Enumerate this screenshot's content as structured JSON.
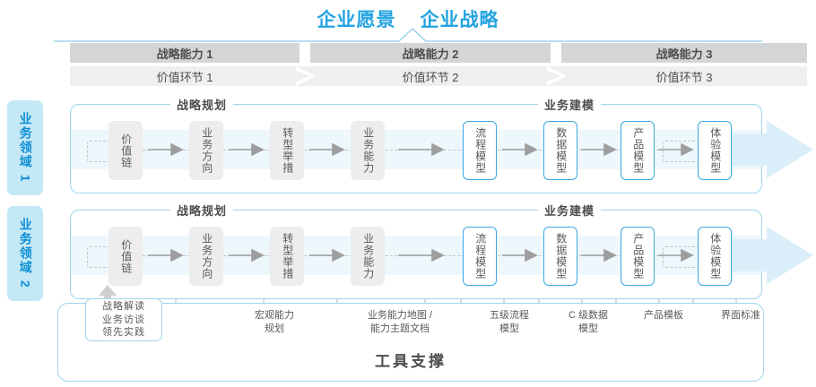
{
  "title": {
    "vision": "企业愿景",
    "strategy": "企业战略",
    "color": "#23a3e0"
  },
  "capabilities": [
    {
      "label": "战略能力 1"
    },
    {
      "label": "战略能力 2"
    },
    {
      "label": "战略能力 3"
    }
  ],
  "value_links": [
    {
      "label": "价值环节 1"
    },
    {
      "label": "价值环节 2"
    },
    {
      "label": "价值环节 3"
    }
  ],
  "domains": [
    {
      "badge": "业务领域 1"
    },
    {
      "badge": "业务领域 2"
    }
  ],
  "groups": [
    {
      "label": "战略规划"
    },
    {
      "label": "业务建模"
    }
  ],
  "nodes": [
    {
      "label": "价值链",
      "style": "gray"
    },
    {
      "label": "业务方向",
      "style": "gray"
    },
    {
      "label": "转型举措",
      "style": "gray"
    },
    {
      "label": "业务能力",
      "style": "gray"
    },
    {
      "label": "流程模型",
      "style": "blue"
    },
    {
      "label": "数据模型",
      "style": "blue"
    },
    {
      "label": "产品模型",
      "style": "blue"
    },
    {
      "label": "体验模型",
      "style": "blue"
    }
  ],
  "tool_support": {
    "title": "工具支撑",
    "pill": "战略解读\n业务访谈\n领先实践",
    "labels": [
      {
        "text": "宏观能力\n规划"
      },
      {
        "text": "业务能力地图 /\n能力主题文档"
      },
      {
        "text": "五级流程\n模型"
      },
      {
        "text": "C 级数据\n模型"
      },
      {
        "text": "产品模板"
      },
      {
        "text": "界面标准"
      }
    ]
  },
  "colors": {
    "accent": "#23a3e0",
    "border_blue": "#9fd4ee",
    "band": "#edf7fc",
    "badge_bg": "#c5e8f7",
    "cap_bar": "#d3d5d6",
    "val_bar": "#efefef",
    "node_gray": "#ededed",
    "node_blue_border": "#3aa9e0",
    "text": "#4d4d4d"
  }
}
